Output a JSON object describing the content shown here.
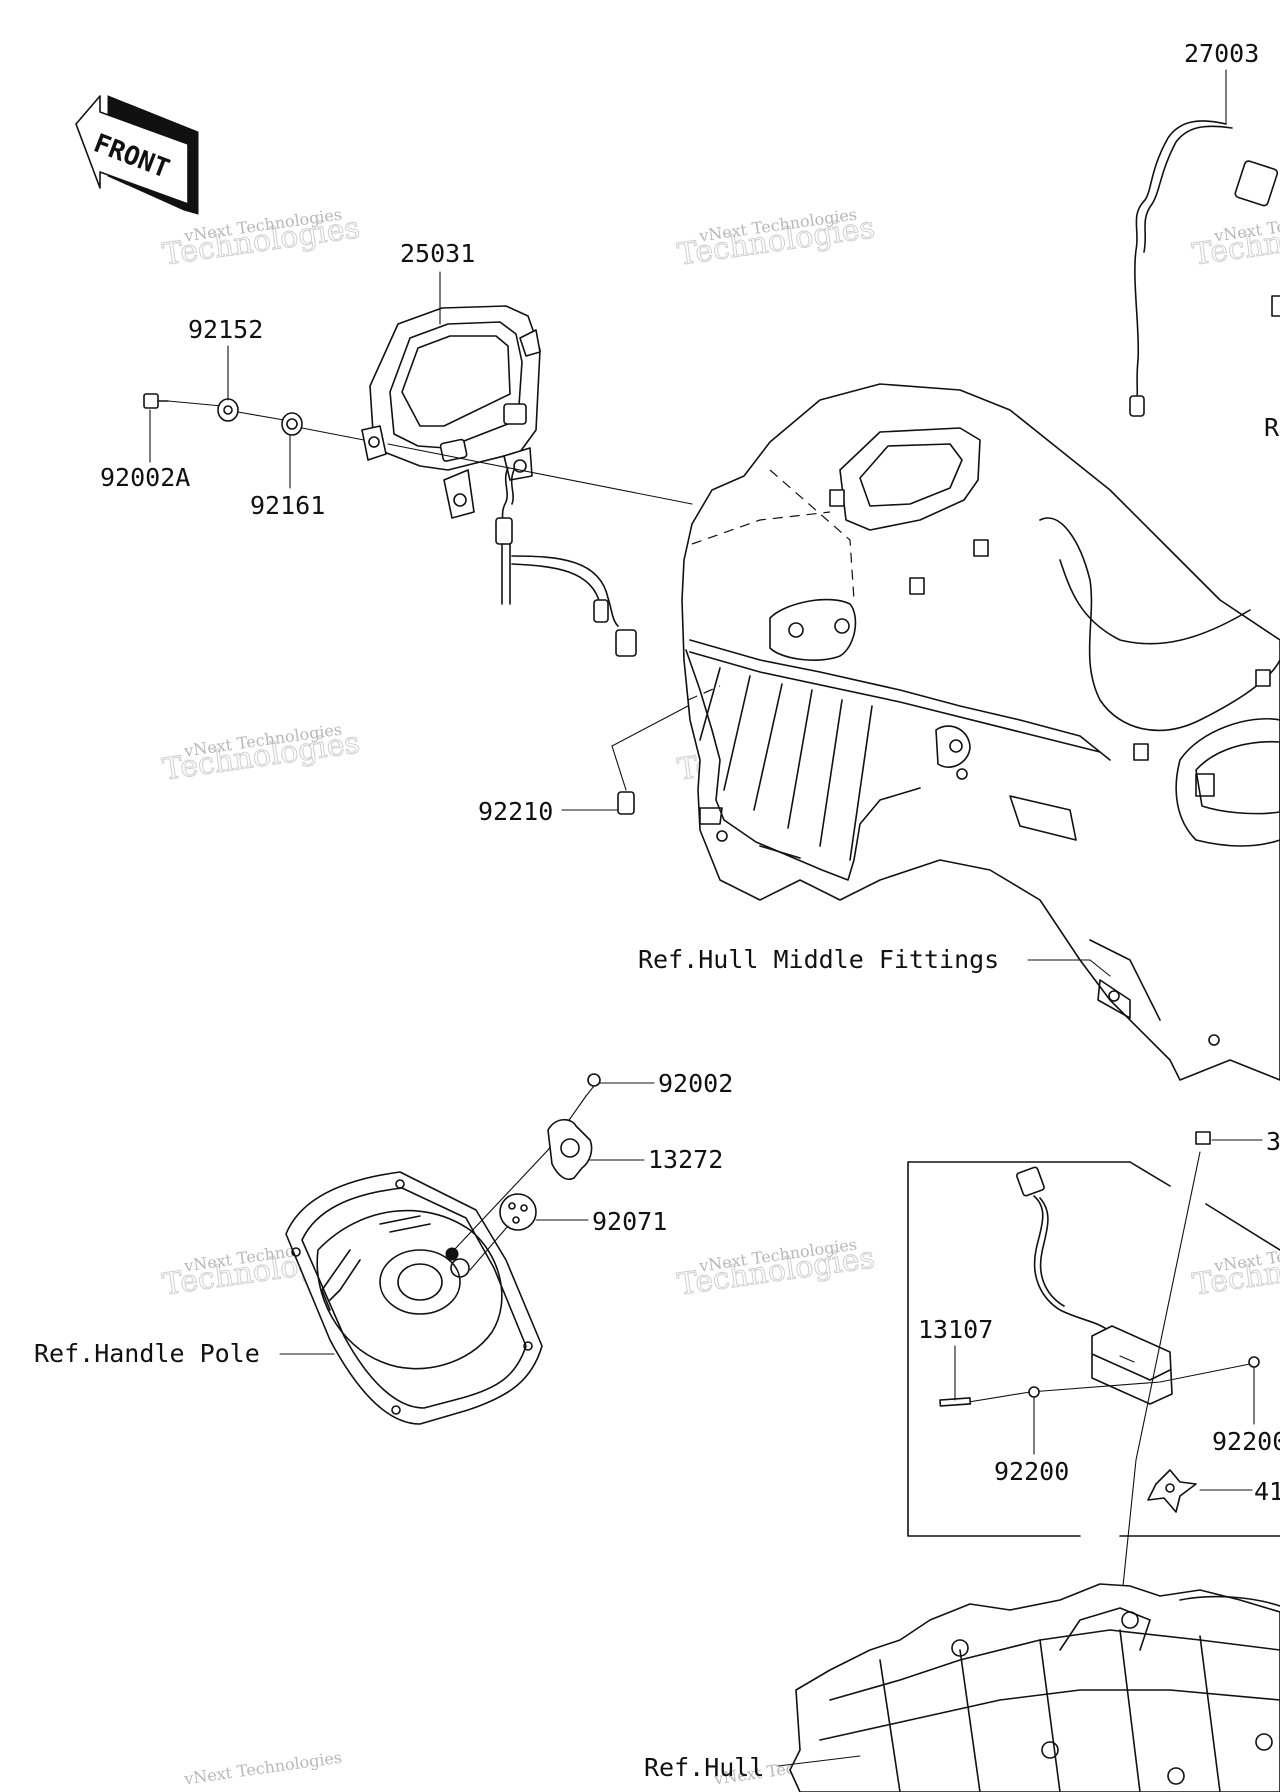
{
  "front_badge": "FRONT",
  "labels": {
    "p27003": "27003",
    "p25031": "25031",
    "p92152": "92152",
    "p92002a": "92002A",
    "p92161": "92161",
    "p92210": "92210",
    "ref_hull_middle": "Ref.Hull Middle Fittings",
    "p92002": "92002",
    "p13272": "13272",
    "p92071": "92071",
    "ref_handle_pole": "Ref.Handle Pole",
    "p13107": "13107",
    "p92200a": "92200",
    "p92200b": "92200",
    "p41": "41",
    "p3": "3",
    "r_partial": "R",
    "ref_hull": "Ref.Hull"
  },
  "watermark": {
    "line1": "vNext Technologies",
    "line2": "Technologies"
  }
}
